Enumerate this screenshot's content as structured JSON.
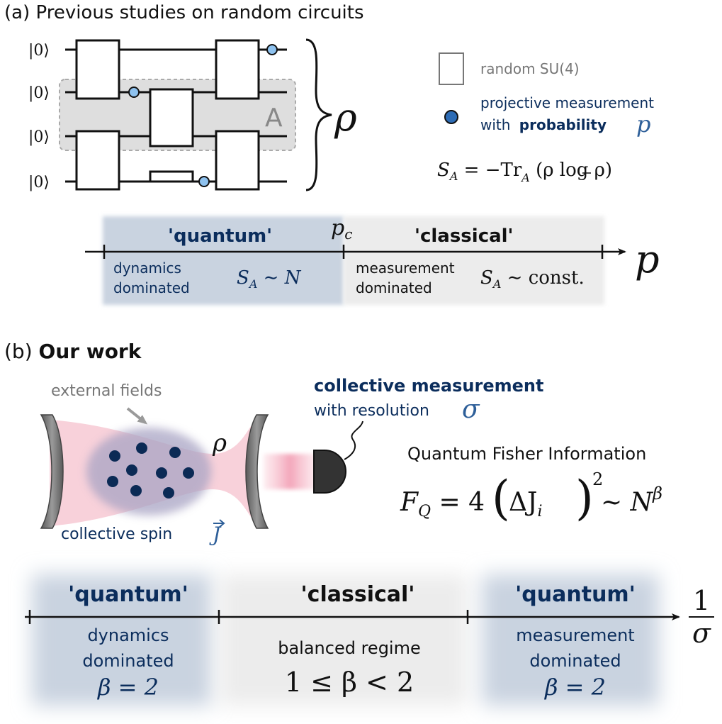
{
  "panel_a": {
    "title": "(a) Previous studies on random circuits",
    "ket_labels": [
      "|0⟩",
      "|0⟩",
      "|0⟩",
      "|0⟩"
    ],
    "region_label": "A",
    "rho": "ρ",
    "legend": {
      "gate": "random SU(4)",
      "measure_line1": "projective measurement",
      "measure_with": "with",
      "measure_bold": "probability",
      "measure_p": "p"
    },
    "entropy": {
      "lhs": "S",
      "lhs_sub": "A",
      "eq": " = −Tr",
      "tr_sub": "A",
      "arg": " (ρ log ρ)"
    },
    "axis": {
      "pc": "p",
      "pc_sub": "c",
      "var": "p",
      "left_phase": "'quantum'",
      "right_phase": "'classical'",
      "left_desc": [
        "dynamics",
        "dominated"
      ],
      "right_desc": [
        "measurement",
        "dominated"
      ],
      "left_scaling": {
        "s": "S",
        "sub": "A",
        "rest": " ∼ N"
      },
      "right_scaling": {
        "s": "S",
        "sub": "A",
        "rest": " ∼ const."
      }
    },
    "colors": {
      "quantum_bg": "#c9d3e0",
      "classical_bg": "#ececec",
      "measure_dot": "#8ec2ef"
    }
  },
  "panel_b": {
    "title_prefix": "(b) ",
    "title_bold": "Our work",
    "external_fields": "external fields",
    "rho": "ρ",
    "collective_spin": "collective spin ",
    "spin_symbol": "J",
    "collective_measurement": "collective measurement",
    "resolution_text": "with resolution ",
    "sigma": "σ",
    "qfi_title": "Quantum Fisher Information",
    "qfi_formula": {
      "lhs": "F",
      "lhs_sub": "Q",
      "eq": " = 4",
      "inner": "ΔJ",
      "inner_sub": "i",
      "exp": "2",
      "sim": " ∼ N",
      "beta": "β"
    },
    "axis": {
      "num": "1",
      "den": "σ",
      "phases": [
        "'quantum'",
        "'classical'",
        "'quantum'"
      ],
      "left_desc": [
        "dynamics",
        "dominated"
      ],
      "mid_desc": "balanced regime",
      "right_desc": [
        "measurement",
        "dominated"
      ],
      "left_beta": "β = 2",
      "mid_beta": "1 ≤ β < 2",
      "right_beta": "β = 2"
    },
    "colors": {
      "cavity_beam": "#f7c9d4",
      "atom_dot": "#0b2a55",
      "cloud": "#a9a4c4",
      "detector": "#333333"
    }
  }
}
